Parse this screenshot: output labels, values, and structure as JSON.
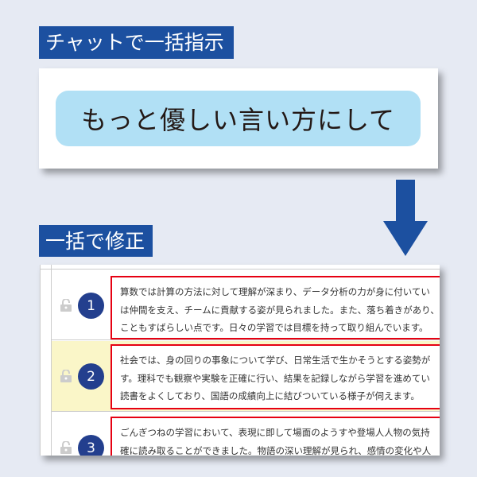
{
  "labels": {
    "chat": "チャットで一括指示",
    "fix": "一括で修正"
  },
  "prompt": {
    "text": "もっと優しい言い方にして",
    "color": "#b1e0f5"
  },
  "colors": {
    "label_bg": "#1c50a0",
    "badge": "#233f8e",
    "highlight_row": "#faf6c8",
    "border": "#e60012"
  },
  "rows": [
    {
      "number": "1",
      "icon": "lock-open-icon",
      "lines": [
        "算数では計算の方法に対して理解が深まり、データ分析の力が身に付いてい",
        "は仲間を支え、チームに貢献する姿が見られました。また、落ち着きがあり、冷",
        "こともすばらしい点です。日々の学習では目標を持って取り組んでいます。"
      ]
    },
    {
      "number": "2",
      "icon": "lock-open-icon",
      "highlighted": true,
      "lines": [
        "社会では、身の回りの事象について学び、日常生活で生かそうとする姿勢が",
        "す。理科でも観察や実験を正確に行い、結果を記録しながら学習を進めてい",
        "読書をよくしており、国語の成績向上に結びついている様子が伺えます。"
      ]
    },
    {
      "number": "3",
      "icon": "lock-open-icon",
      "lines": [
        "ごんぎつねの学習において、表現に即して場面のようすや登場人人物の気持",
        "確に読み取ることができました。物語の深い理解が見られ、感情の変化や人"
      ]
    }
  ]
}
